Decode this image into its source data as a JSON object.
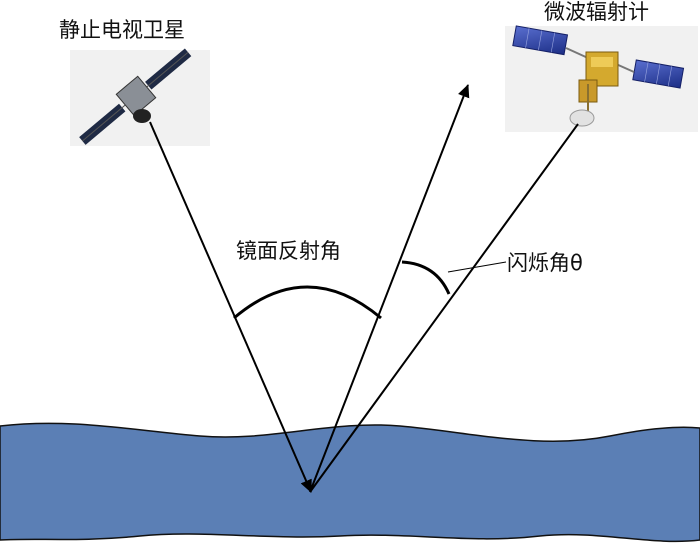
{
  "labels": {
    "geo_satellite": "静止电视卫星",
    "microwave_radiometer": "微波辐射计",
    "specular_angle": "镜面反射角",
    "glint_angle": "闪烁角θ"
  },
  "colors": {
    "ocean_fill": "#5b7fb5",
    "line": "#000000",
    "satellite_panel": "#2a3f9a"
  },
  "icons": {
    "geo_satellite": "satellite-icon",
    "radiometer": "radiometer-satellite-icon"
  }
}
